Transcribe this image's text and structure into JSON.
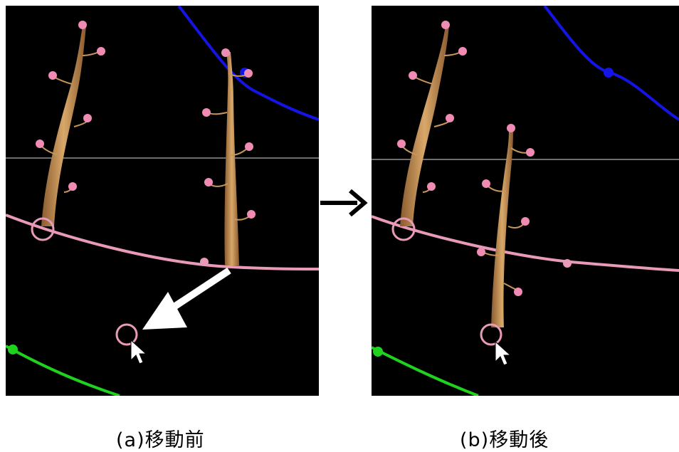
{
  "captions": {
    "before": "(a)移動前",
    "after": "(b)移動後"
  },
  "colors": {
    "background": "#000000",
    "blue_curve": "#1414e6",
    "pink_curve": "#e89ab8",
    "green_curve": "#1ed21e",
    "gray_line": "#6e6e6e",
    "trunk": "#c8965a",
    "bud": "#f08cb4",
    "move_arrow": "#ffffff",
    "between_arrow": "#000000"
  },
  "panels": {
    "before": {
      "trees": 2,
      "selection_marker": "pink-circle",
      "move_arrow": "white-arrow",
      "cursor": "mouse-pointer-icon"
    },
    "after": {
      "trees": 2,
      "selection_marker": "pink-circle",
      "cursor": "mouse-pointer-icon"
    }
  },
  "icons": [
    "right-arrow-icon",
    "mouse-pointer-icon",
    "move-direction-arrow-icon"
  ]
}
